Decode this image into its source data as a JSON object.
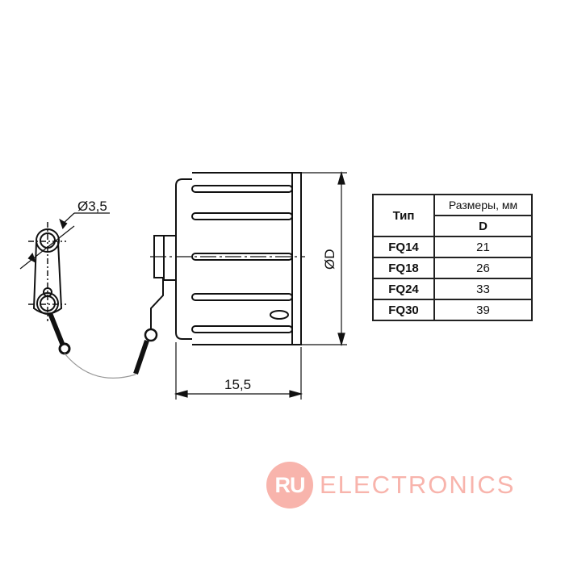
{
  "drawing": {
    "hole_dimension": "Ø3,5",
    "diameter_dimension": "ØD",
    "length_dimension": "15,5"
  },
  "table": {
    "header_type": "Тип",
    "header_sizes": "Размеры, мм",
    "header_d": "D",
    "rows": [
      {
        "type": "FQ14",
        "d": "21"
      },
      {
        "type": "FQ18",
        "d": "26"
      },
      {
        "type": "FQ24",
        "d": "33"
      },
      {
        "type": "FQ30",
        "d": "39"
      }
    ]
  },
  "watermark": {
    "badge": "RU",
    "text": "ELECTRONICS",
    "color": "#f8b4ac"
  }
}
